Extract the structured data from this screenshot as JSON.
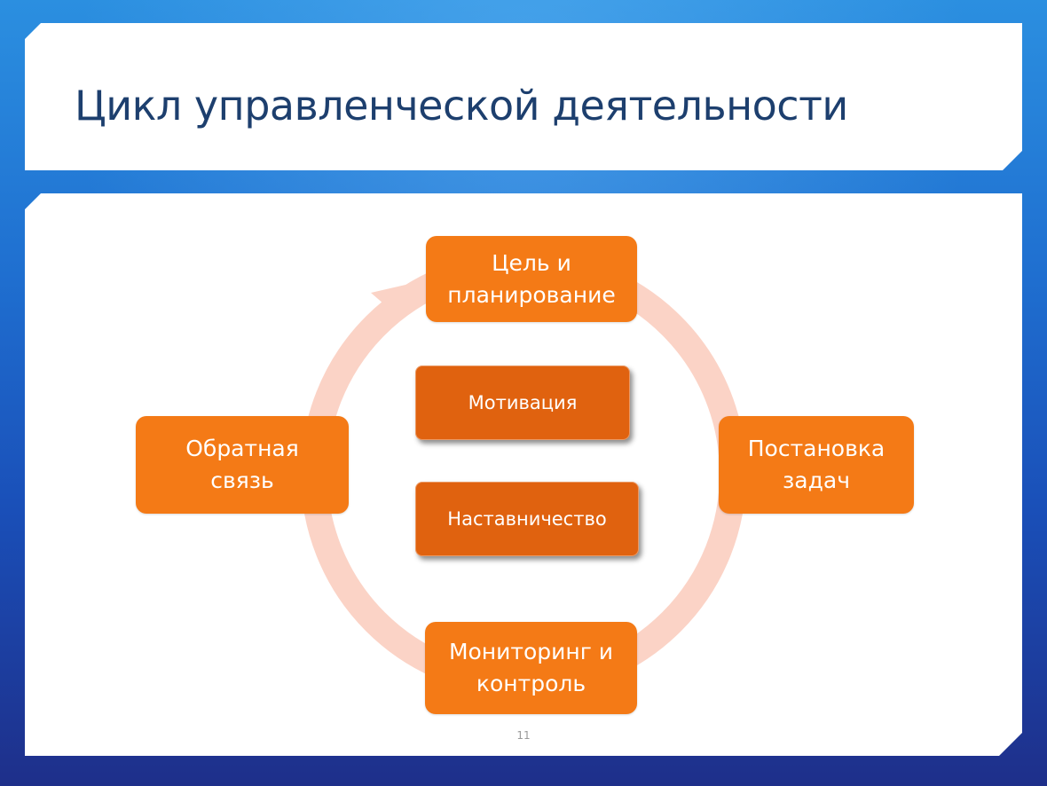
{
  "slide": {
    "title": "Цикл управленческой деятельности",
    "page_number": "11"
  },
  "cycle": {
    "nodes": [
      {
        "id": "top",
        "label": "Цель и\nпланирование"
      },
      {
        "id": "right",
        "label": "Постановка\nзадач"
      },
      {
        "id": "bottom",
        "label": "Мониторинг и\nконтроль"
      },
      {
        "id": "left",
        "label": "Обратная\nсвязь"
      }
    ],
    "center": [
      {
        "label": "Мотивация"
      },
      {
        "label": "Наставничество"
      }
    ]
  },
  "colors": {
    "node": "#f47a16",
    "center_box": "#e0620f",
    "ring": "#fbd3c6",
    "title": "#1d3f6e"
  }
}
